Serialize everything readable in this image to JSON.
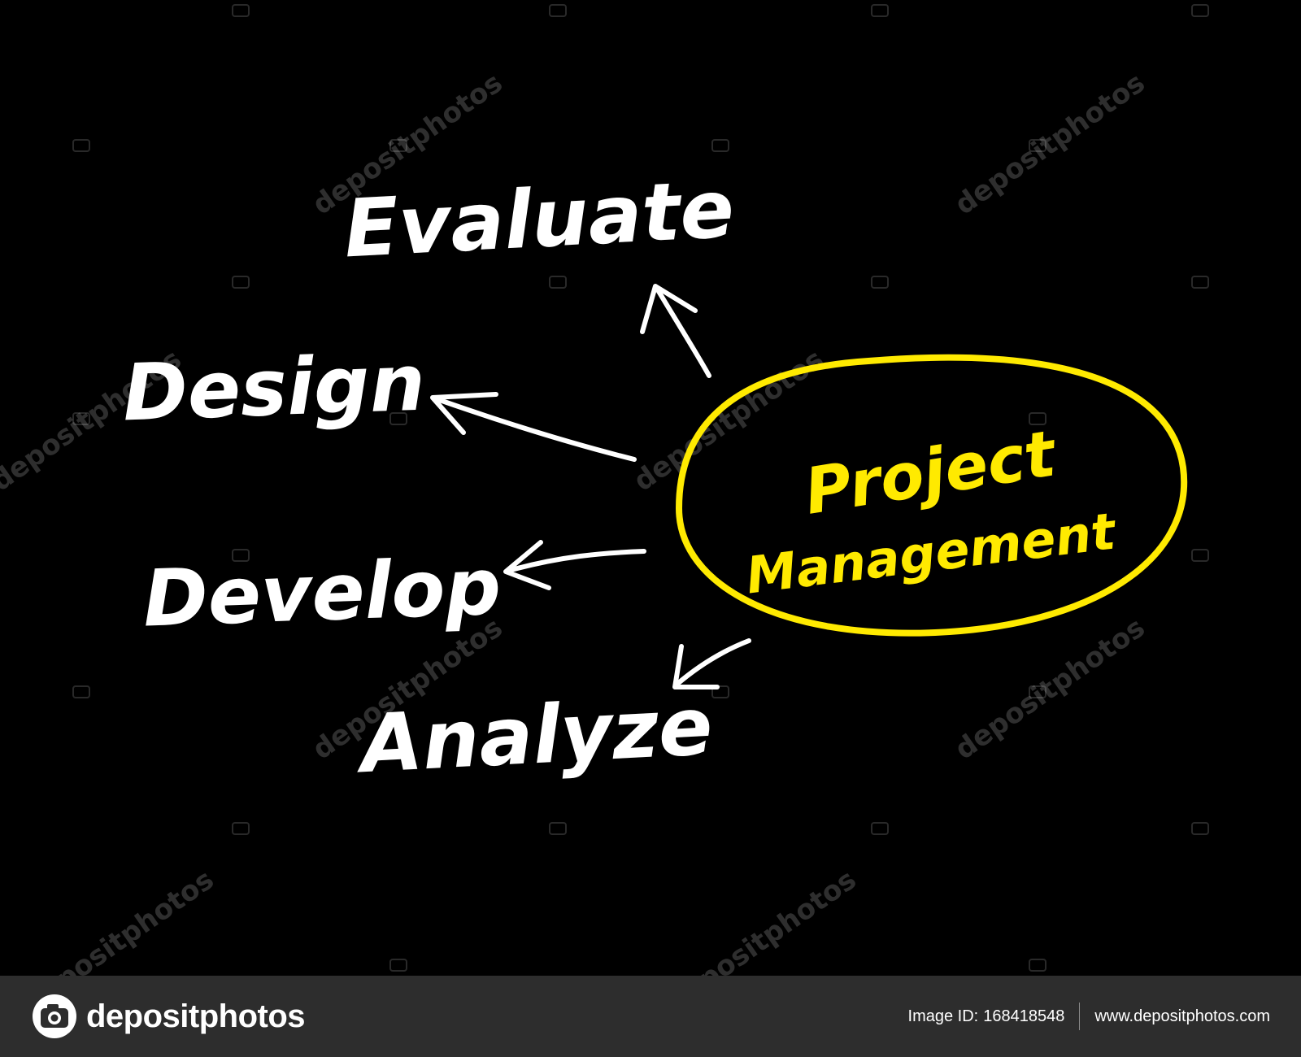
{
  "diagram": {
    "hub": {
      "line1": "Project",
      "line2": "Management",
      "color": "#ffea00"
    },
    "nodes": [
      {
        "id": "evaluate",
        "label": "Evaluate"
      },
      {
        "id": "design",
        "label": "Design"
      },
      {
        "id": "develop",
        "label": "Develop"
      },
      {
        "id": "analyze",
        "label": "Analyze"
      }
    ],
    "text_color": "#ffffff",
    "background": "#000000"
  },
  "watermark": {
    "text": "depositphotos"
  },
  "footer": {
    "brand": "depositphotos",
    "image_id_label": "Image ID:",
    "image_id": "168418548",
    "url": "www.depositphotos.com",
    "background": "#2d2d2d"
  }
}
